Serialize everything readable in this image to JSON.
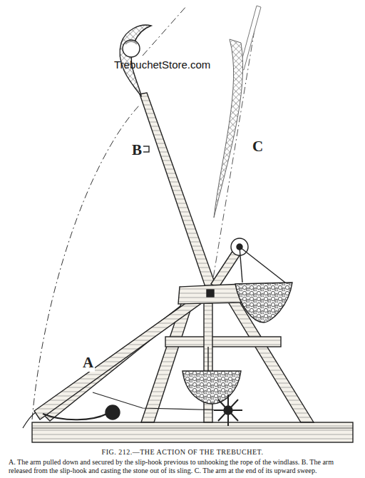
{
  "diagram": {
    "title": "FIG. 212.—THE ACTION OF THE TREBUCHET.",
    "caption": "A. The arm pulled down and secured by the slip-hook previous to unhooking the rope of the windlass. B. The arm released from the slip-hook and casting the stone out of its sling. C. The arm at the end of its upward sweep.",
    "labels": [
      "TrebuchetStore.com",
      "B",
      "C",
      "A"
    ]
  }
}
